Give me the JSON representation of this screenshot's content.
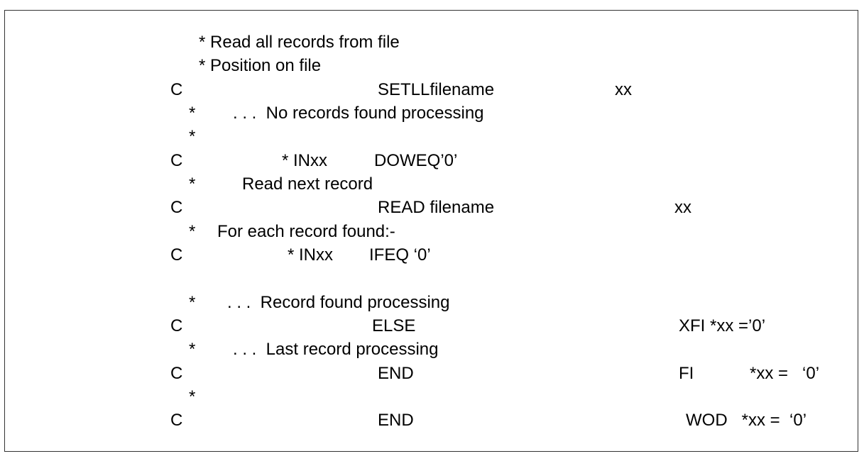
{
  "lines": {
    "l1": {
      "text": "* Read all records from file"
    },
    "l2": {
      "text": "* Position on file"
    },
    "l3": {
      "c": "C",
      "op": "SETLLfilename",
      "ind": "xx"
    },
    "l4": {
      "star": "*",
      "text": ". . .  No records found processing"
    },
    "l5": {
      "star": "*"
    },
    "l6": {
      "c": "C",
      "f1": "* INxx",
      "op": "DOWEQ’0’"
    },
    "l7": {
      "star": "*",
      "text": "Read next record"
    },
    "l8": {
      "c": "C",
      "op": "READ filename",
      "ind": "xx"
    },
    "l9": {
      "star": "*",
      "text": "For each record found:-"
    },
    "l10": {
      "c": "C",
      "f1": "* INxx",
      "op": "IFEQ ‘0’"
    },
    "l11": {
      "star": "*",
      "text": ". . .  Record found processing"
    },
    "l12": {
      "c": "C",
      "op": "ELSE",
      "cmt": "XFI *xx =’0’"
    },
    "l13": {
      "star": "*",
      "text": ". . .  Last record processing"
    },
    "l14": {
      "c": "C",
      "op": "END",
      "cmt": "FI",
      "cmt2": "*xx =   ‘0’"
    },
    "l15": {
      "star": "*"
    },
    "l16": {
      "c": "C",
      "op": "END",
      "cmt": "WOD   *xx =  ‘0’"
    }
  }
}
